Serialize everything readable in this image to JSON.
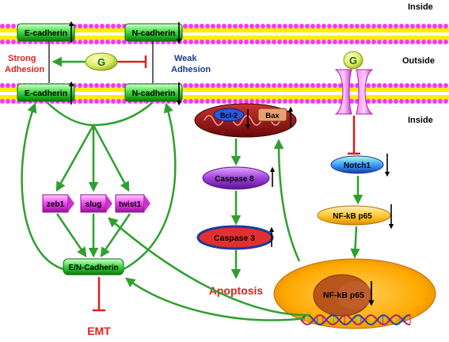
{
  "regions": {
    "inside_top": "Inside",
    "outside": "Outside",
    "inside_bottom": "Inside"
  },
  "adhesion": {
    "strong": [
      "Strong",
      "Adhesion"
    ],
    "weak": [
      "Weak",
      "Adhesion"
    ]
  },
  "molecules": {
    "ecad_top": "E-cadherin",
    "ncad_top": "N-cadherin",
    "ecad_bottom": "E-cadherin",
    "ncad_bottom": "N-cadherin",
    "g_left": "G",
    "g_right": "G",
    "bcl2": "Bcl-2",
    "bax": "Bax",
    "casp8": "Caspase 8",
    "casp3": "Caspase 3",
    "apoptosis": "Apoptosis",
    "notch1": "Notch1",
    "nfkb": "NF-kB p65",
    "nfkb_nucleus": "NF-kB  p65",
    "zeb1": "zeb1",
    "slug": "slug",
    "twist1": "twist1",
    "en_cadherin": "E/N-Cadherin",
    "emt": "EMT"
  },
  "colors": {
    "arrow_green": "#2ea02e",
    "inhibit_red": "#e02020",
    "membrane_yellow": "#ffee00",
    "membrane_magenta": "#ff33ff",
    "cadherin_green": "#33cc33",
    "strong_red": "#e02020",
    "weak_blue": "#1a3a8c"
  }
}
